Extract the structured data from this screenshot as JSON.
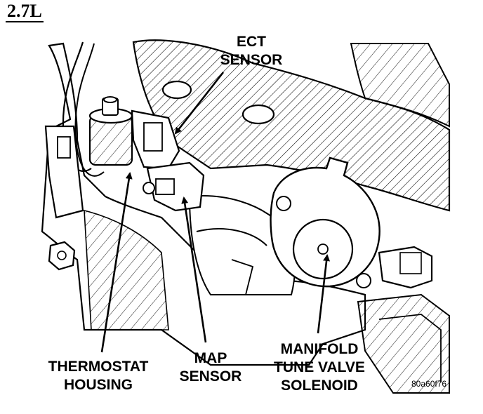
{
  "header": {
    "engine_label": "2.7L"
  },
  "labels": {
    "ect_sensor": [
      "ECT",
      "SENSOR"
    ],
    "thermostat_housing": [
      "THERMOSTAT",
      "HOUSING"
    ],
    "map_sensor": [
      "MAP",
      "SENSOR"
    ],
    "manifold_tune_valve_solenoid": [
      "MANIFOLD",
      "TUNE VALVE",
      "SOLENOID"
    ]
  },
  "figure_code": "80a60f76"
}
